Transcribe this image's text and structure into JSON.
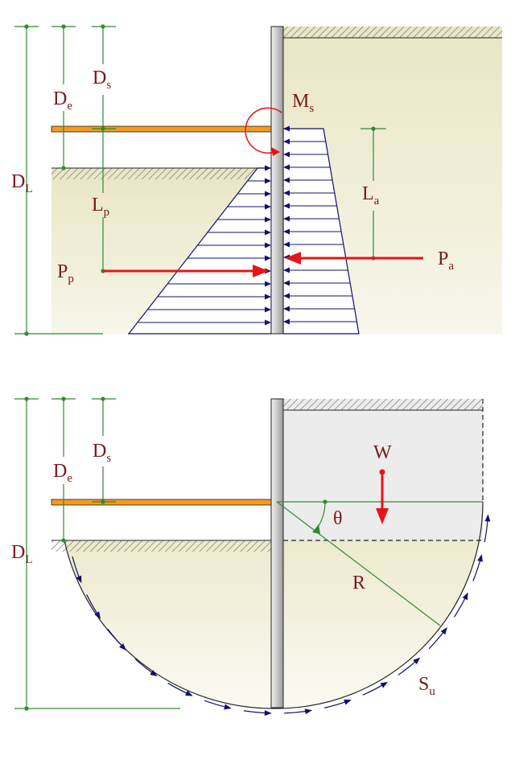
{
  "labels": {
    "ds": {
      "main": "D",
      "sub": "s"
    },
    "de": {
      "main": "D",
      "sub": "e"
    },
    "dl": {
      "main": "D",
      "sub": "L"
    },
    "lp": {
      "main": "L",
      "sub": "p"
    },
    "la": {
      "main": "L",
      "sub": "a"
    },
    "ms": {
      "main": "M",
      "sub": "s"
    },
    "pp": {
      "main": "P",
      "sub": "p"
    },
    "pa": {
      "main": "P",
      "sub": "a"
    },
    "w": "W",
    "theta": "θ",
    "r": "R",
    "su": {
      "main": "S",
      "sub": "u"
    }
  },
  "colors": {
    "soil": "#f3f1de",
    "wall": "#d9d9d9",
    "strut": "#f59a1e",
    "dimension": "#2e8b2e",
    "force": "#e8141a",
    "pressure": "#10106e",
    "label": "#7a1a1a",
    "block": "#ececec"
  }
}
